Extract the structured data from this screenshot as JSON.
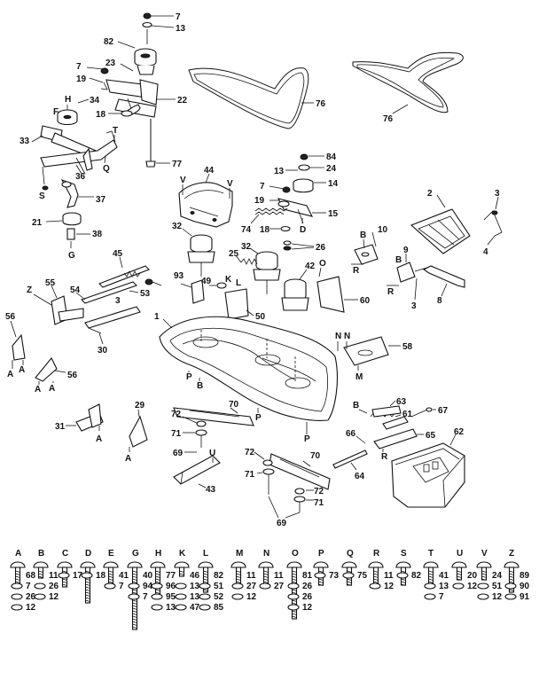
{
  "callouts": {
    "c7a": "7",
    "c13a": "13",
    "c82": "82",
    "c7b": "7",
    "c23": "23",
    "c19a": "19",
    "c22": "22",
    "c76a": "76",
    "c76b": "76",
    "cH": "H",
    "cF": "F",
    "c34": "34",
    "c18a": "18",
    "c33": "33",
    "cT": "T",
    "cQ": "Q",
    "c36": "36",
    "cS": "S",
    "c37": "37",
    "c21": "21",
    "c38": "38",
    "cG": "G",
    "c77": "77",
    "c84": "84",
    "c13b": "13",
    "c24": "24",
    "c7c": "7",
    "c14": "14",
    "c19b": "19",
    "c15": "15",
    "c74": "74",
    "c18b": "18",
    "cD": "D",
    "c26": "26",
    "cV1": "V",
    "cV2": "V",
    "c44": "44",
    "c32a": "32",
    "c32b": "32",
    "c2": "2",
    "c3a": "3",
    "c4": "4",
    "cB1": "B",
    "c10": "10",
    "cR1": "R",
    "c9": "9",
    "cB2": "B",
    "cR2": "R",
    "c8": "8",
    "c3b": "3",
    "c45": "45",
    "c25": "25",
    "cO": "O",
    "c42": "42",
    "c60": "60",
    "cZ": "Z",
    "c55": "55",
    "c54": "54",
    "c53": "53",
    "c3c": "3",
    "c93": "93",
    "c49": "49",
    "cK": "K",
    "cL": "L",
    "c50": "50",
    "c56a": "56",
    "c30": "30",
    "c1": "1",
    "cN1": "N",
    "cN2": "N",
    "c58": "58",
    "cA1": "A",
    "cA2": "A",
    "c56b": "56",
    "cA3": "A",
    "cA4": "A",
    "cP1": "P",
    "cB3": "B",
    "cM": "M",
    "c31": "31",
    "cA5": "A",
    "c29": "29",
    "cA6": "A",
    "c72a": "72",
    "c70a": "70",
    "cB4": "B",
    "c63": "63",
    "cP2": "P",
    "cP3": "P",
    "c61": "61",
    "c67": "67",
    "c71a": "71",
    "c69a": "69",
    "cU": "U",
    "c43": "43",
    "c66": "66",
    "c65": "65",
    "c62": "62",
    "cR3": "R",
    "c72b": "72",
    "c70b": "70",
    "c71b": "71",
    "c64": "64",
    "c72c": "72",
    "c71c": "71",
    "c69b": "69"
  },
  "hardware": [
    {
      "letter": "A",
      "items": [
        "68",
        "7",
        "26",
        "12"
      ]
    },
    {
      "letter": "B",
      "items": [
        "11",
        "26",
        "12"
      ]
    },
    {
      "letter": "C",
      "items": [
        "17"
      ]
    },
    {
      "letter": "D",
      "items": [
        "18"
      ]
    },
    {
      "letter": "E",
      "items": [
        "41",
        "7"
      ]
    },
    {
      "letter": "G",
      "items": [
        "40",
        "94",
        "7"
      ]
    },
    {
      "letter": "H",
      "items": [
        "77",
        "96",
        "95",
        "13"
      ]
    },
    {
      "letter": "K",
      "items": [
        "46",
        "13",
        "13",
        "47"
      ]
    },
    {
      "letter": "L",
      "items": [
        "82",
        "51",
        "52",
        "85"
      ]
    },
    {
      "letter": "M",
      "items": [
        "11",
        "27",
        "12"
      ]
    },
    {
      "letter": "N",
      "items": [
        "11",
        "27"
      ]
    },
    {
      "letter": "O",
      "items": [
        "81",
        "26",
        "26",
        "12"
      ]
    },
    {
      "letter": "P",
      "items": [
        "73"
      ]
    },
    {
      "letter": "Q",
      "items": [
        "75"
      ]
    },
    {
      "letter": "R",
      "items": [
        "11",
        "12"
      ]
    },
    {
      "letter": "S",
      "items": [
        "82"
      ]
    },
    {
      "letter": "T",
      "items": [
        "41",
        "13",
        "7"
      ]
    },
    {
      "letter": "U",
      "items": [
        "20",
        "12"
      ]
    },
    {
      "letter": "V",
      "items": [
        "24",
        "51",
        "12"
      ]
    },
    {
      "letter": "Z",
      "items": [
        "89",
        "90",
        "91"
      ]
    }
  ]
}
